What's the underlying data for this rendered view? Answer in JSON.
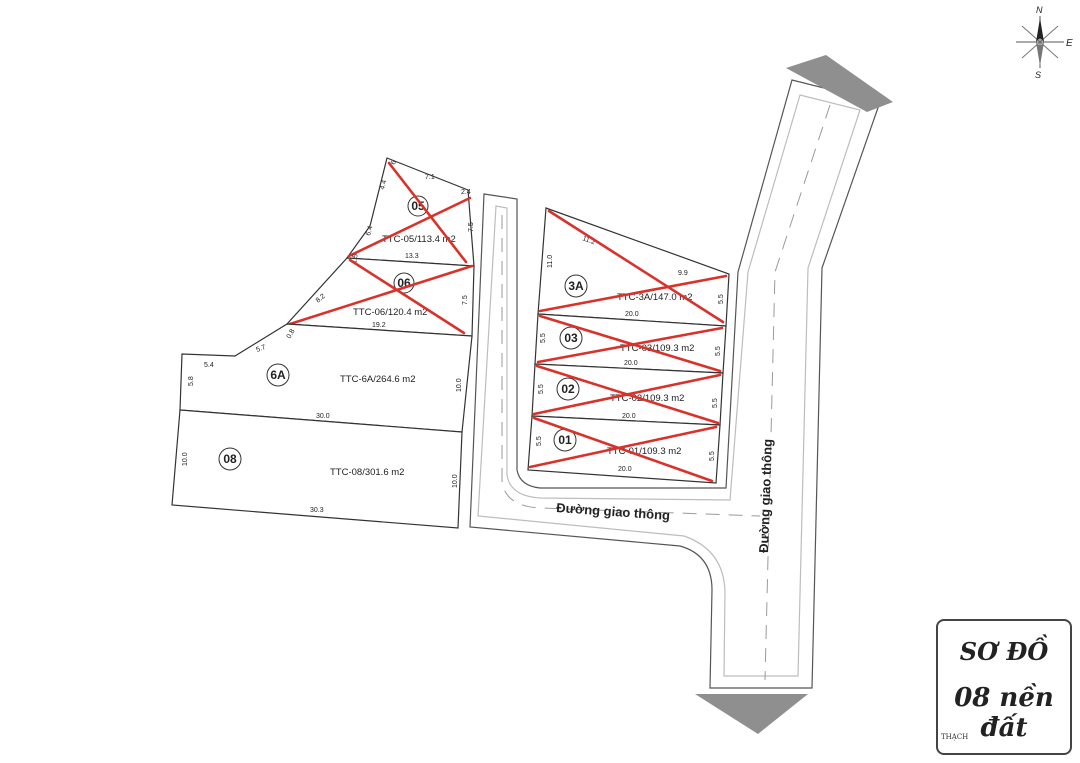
{
  "compass": {
    "n": "N",
    "s": "S",
    "e": "E"
  },
  "roads": {
    "horizontal_label": "Đường giao thông",
    "vertical_label": "Đường giao thông"
  },
  "legend": {
    "line1": "SƠ ĐỒ",
    "line2": "08 nền đất",
    "line3": "THẠCH"
  },
  "colors": {
    "cross": "#d9322a",
    "arrow": "#8f8f8f"
  },
  "lots": {
    "lot05": {
      "number": "05",
      "label": "TTC-05/113.4 m2",
      "dim_top_a": "6",
      "dim_top_b": "7.1",
      "dim_top_c": "2.4",
      "dim_left_a": "4.4",
      "dim_left_b": "6.4",
      "dim_right": "7.5",
      "dim_bottom": "13.3",
      "crossed": true
    },
    "lot06": {
      "number": "06",
      "label": "TTC-06/120.4 m2",
      "dim_left": "8.2",
      "dim_top": "1.5",
      "dim_right": "7.5",
      "dim_bottom": "19.2",
      "crossed": true
    },
    "lot6a": {
      "number": "6A",
      "label": "TTC-6A/264.6 m2",
      "dim_a": "5.4",
      "dim_b": "5.7",
      "dim_c": "0.8",
      "dim_left": "5.8",
      "dim_right": "10.0",
      "dim_bottom": "30.0",
      "crossed": false
    },
    "lot08": {
      "number": "08",
      "label": "TTC-08/301.6 m2",
      "dim_left": "10.0",
      "dim_right": "10.0",
      "dim_bottom": "30.3",
      "crossed": false
    },
    "lot3a": {
      "number": "3A",
      "label": "TTC-3A/147.0 m2",
      "dim_top": "11.2",
      "dim_left": "11.0",
      "dim_top_right": "9.9",
      "dim_right": "5.5",
      "dim_bottom": "20.0",
      "crossed": true
    },
    "lot03": {
      "number": "03",
      "label": "TTC-03/109.3 m2",
      "dim_left": "5.5",
      "dim_right": "5.5",
      "dim_bottom": "20.0",
      "crossed": true
    },
    "lot02": {
      "number": "02",
      "label": "TTC-02/109.3 m2",
      "dim_left": "5.5",
      "dim_right": "5.5",
      "dim_bottom": "20.0",
      "crossed": true
    },
    "lot01": {
      "number": "01",
      "label": "TTC-01/109.3 m2",
      "dim_left": "5.5",
      "dim_right": "5.5",
      "dim_bottom": "20.0",
      "crossed": true
    }
  }
}
